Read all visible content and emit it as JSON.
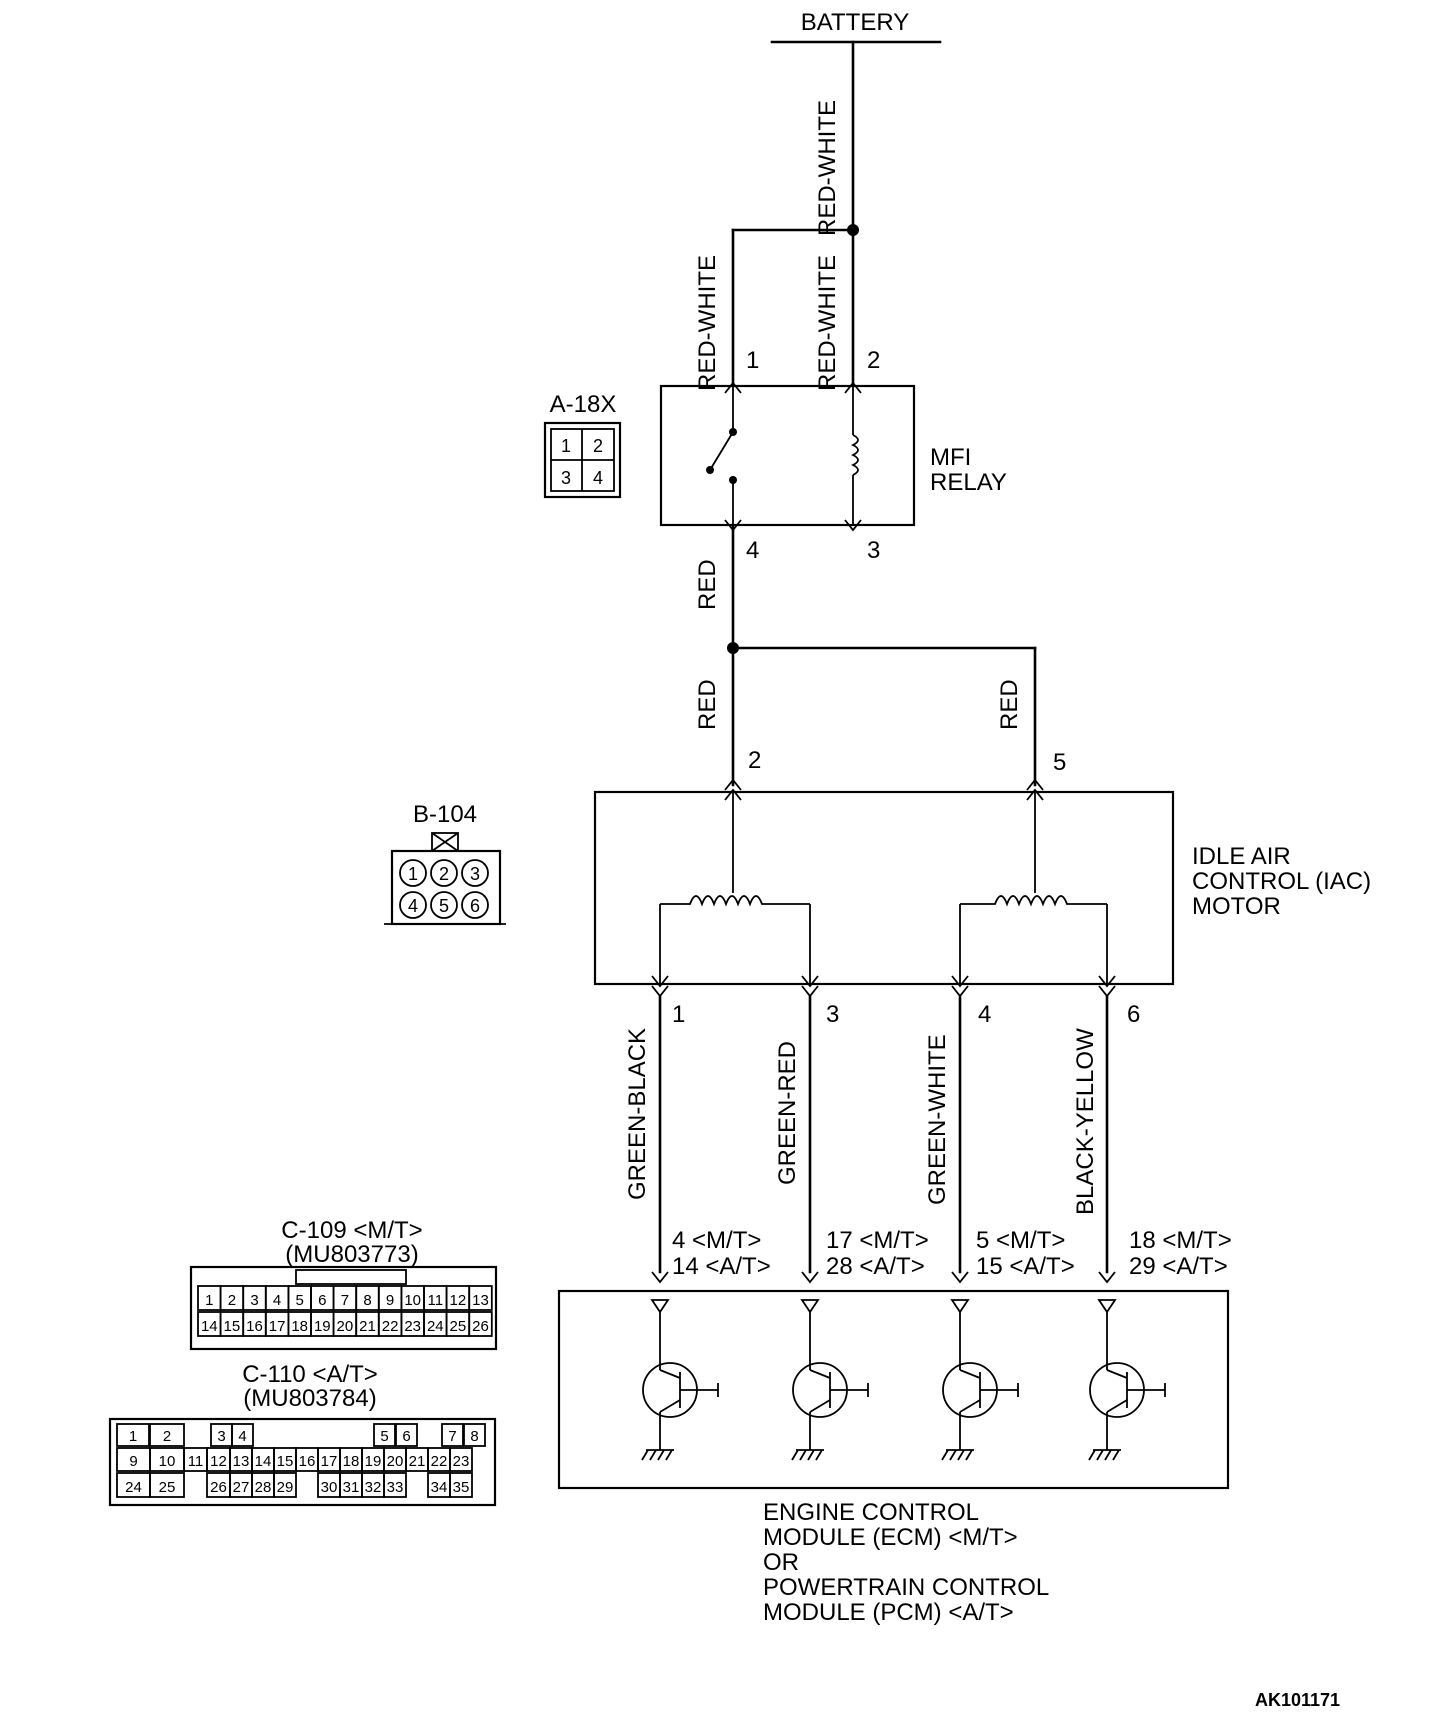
{
  "battery": "BATTERY",
  "wire_colors": {
    "battery_main": "RED-WHITE",
    "relay_pin1": "RED-WHITE",
    "relay_pin2": "RED-WHITE",
    "relay_out": "RED",
    "iac_pin2": "RED",
    "iac_pin5": "RED",
    "iac_pin1": "GREEN-BLACK",
    "iac_pin3": "GREEN-RED",
    "iac_pin4": "GREEN-WHITE",
    "iac_pin6": "BLACK-YELLOW"
  },
  "relay": {
    "connector": "A-18X",
    "name_line1": "MFI",
    "name_line2": "RELAY",
    "pins": [
      "1",
      "2",
      "3",
      "4"
    ],
    "connector_pins": [
      "1",
      "2",
      "3",
      "4"
    ]
  },
  "iac": {
    "connector": "B-104",
    "name_line1": "IDLE AIR",
    "name_line2": "CONTROL (IAC)",
    "name_line3": "MOTOR",
    "pins": [
      "1",
      "2",
      "3",
      "4",
      "5",
      "6"
    ],
    "connector_pins": [
      "1",
      "2",
      "3",
      "4",
      "5",
      "6"
    ]
  },
  "ecm_terminals": [
    {
      "mt": "4 <M/T>",
      "at": "14 <A/T>"
    },
    {
      "mt": "17 <M/T>",
      "at": "28 <A/T>"
    },
    {
      "mt": "5 <M/T>",
      "at": "15 <A/T>"
    },
    {
      "mt": "18 <M/T>",
      "at": "29 <A/T>"
    }
  ],
  "ecm": {
    "line1": "ENGINE CONTROL",
    "line2": "MODULE (ECM) <M/T>",
    "line3": "OR",
    "line4": "POWERTRAIN CONTROL",
    "line5": "MODULE (PCM) <A/T>"
  },
  "c109": {
    "title": "C-109 <M/T>",
    "part": "(MU803773)",
    "row1": [
      "1",
      "2",
      "3",
      "4",
      "5",
      "6",
      "7",
      "8",
      "9",
      "10",
      "11",
      "12",
      "13"
    ],
    "row2": [
      "14",
      "15",
      "16",
      "17",
      "18",
      "19",
      "20",
      "21",
      "22",
      "23",
      "24",
      "25",
      "26"
    ]
  },
  "c110": {
    "title": "C-110 <A/T>",
    "part": "(MU803784)",
    "row1": [
      "1",
      "2",
      "3",
      "4",
      "5",
      "6",
      "7",
      "8"
    ],
    "row2": [
      "9",
      "10",
      "11",
      "12",
      "13",
      "14",
      "15",
      "16",
      "17",
      "18",
      "19",
      "20",
      "21",
      "22",
      "23"
    ],
    "row3": [
      "24",
      "25",
      "26",
      "27",
      "28",
      "29",
      "30",
      "31",
      "32",
      "33",
      "34",
      "35"
    ]
  },
  "figure_id": "AK101171"
}
